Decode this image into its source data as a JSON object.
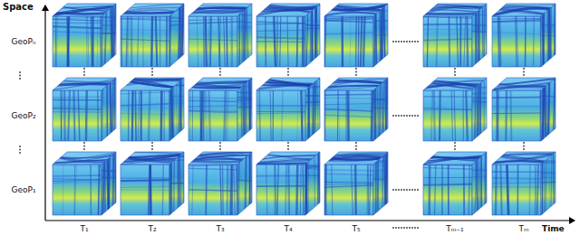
{
  "diagram": {
    "labels": [
      "Space",
      "GeoPₙ",
      "GeoP₂",
      "GeoP₁",
      "T₁",
      "T₂",
      "T₃",
      "T₄",
      "T₅",
      "Tₘ₋₁",
      "Tₘ",
      "Time"
    ]
  }
}
